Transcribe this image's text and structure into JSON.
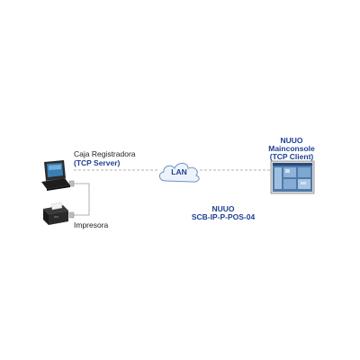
{
  "colors": {
    "accent": "#1f3f93",
    "text": "#222222",
    "line": "#9a9a9a",
    "cloud_fill": "#eef3fa",
    "cloud_stroke": "#6d93c6"
  },
  "register": {
    "label": "Caja Registradora",
    "role": "(TCP Server)"
  },
  "printer": {
    "label": "Impresora"
  },
  "network": {
    "label": "LAN"
  },
  "console": {
    "brand": "NUUO",
    "label": "Mainconsole",
    "role": "(TCP Client)"
  },
  "module": {
    "brand": "NUUO",
    "model": "SCB-IP-P-POS-04"
  },
  "icons": {
    "register": "pos-terminal-icon",
    "printer": "receipt-printer-icon",
    "cloud": "cloud-icon",
    "monitor": "monitor-icon"
  }
}
